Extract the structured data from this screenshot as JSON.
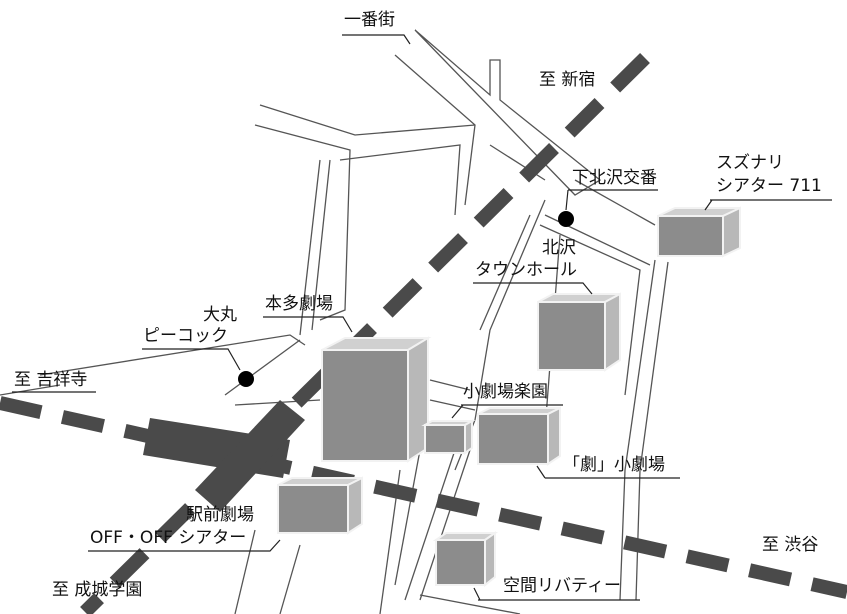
{
  "colors": {
    "rail": "#4a4a4a",
    "station": "#4a4a4a",
    "building_front": "#8c8c8c",
    "building_side": "#b8b8b8",
    "building_top": "#d0d0d0",
    "building_edge": "#f2f2f2",
    "road": "#555555",
    "marker": "#000000",
    "text": "#111111"
  },
  "labels": {
    "ichibangai": "一番街",
    "to_shinjuku": "至 新宿",
    "shimokitazawa_koban": "下北沢交番",
    "suzunari_line1": "スズナリ",
    "suzunari_line2": "シアター 711",
    "kitazawa_line1": "北沢",
    "kitazawa_line2": "タウンホール",
    "honda_gekijo": "本多劇場",
    "daimaru_line1": "大丸",
    "daimaru_line2": "ピーコック",
    "to_kichijoji": "至 吉祥寺",
    "shogekijo_rakuen": "小劇場楽園",
    "geki_shogekijo": "「劇」小劇場",
    "ekimae_gekijo": "駅前劇場",
    "off_off_theater": "OFF・OFF シアター",
    "to_shibuya": "至 渋谷",
    "to_seijogakuen": "至 成城学園",
    "kukan_liberty": "空間リバティー"
  }
}
